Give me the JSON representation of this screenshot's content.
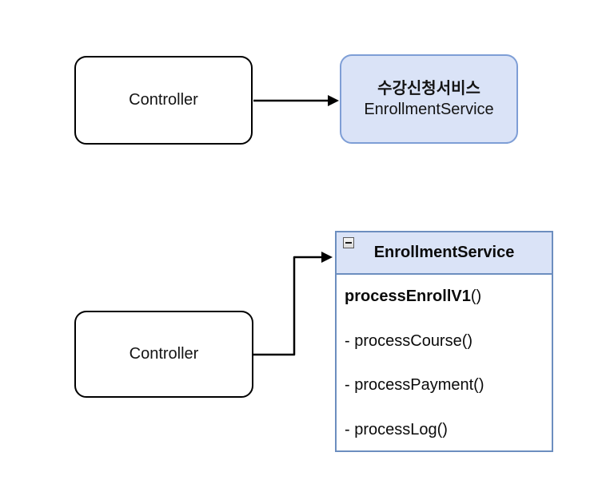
{
  "colors": {
    "background": "#ffffff",
    "blue_fill": "#dae3f7",
    "blue_box_stroke": "#7e9ed6",
    "class_stroke": "#6c8ebf",
    "controller_stroke": "#000000",
    "arrow": "#000000"
  },
  "top_diagram": {
    "controller": {
      "label": "Controller"
    },
    "service": {
      "name_ko": "수강신청서비스",
      "name_en": "EnrollmentService"
    }
  },
  "bottom_diagram": {
    "controller": {
      "label": "Controller"
    },
    "class": {
      "collapse_icon": "minus-icon",
      "title": "EnrollmentService",
      "main_method_name": "processEnrollV1",
      "main_method_suffix": "()",
      "methods": [
        "- processCourse()",
        "- processPayment()",
        "- processLog()"
      ]
    }
  }
}
